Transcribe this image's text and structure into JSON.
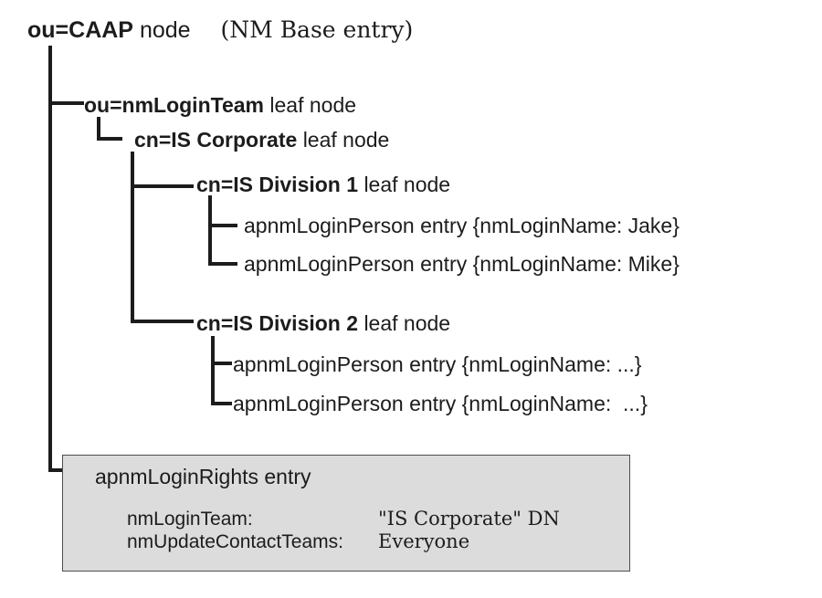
{
  "diagram": {
    "root": {
      "name": "ou=CAAP",
      "type_label": "node",
      "annotation": "(NM Base entry)"
    },
    "nodes": {
      "nmLoginTeam": {
        "name": "ou=nmLoginTeam",
        "type_label": "leaf node"
      },
      "isCorporate": {
        "name": "cn=IS Corporate",
        "type_label": "leaf node"
      },
      "isDivision1": {
        "name": "cn=IS Division 1",
        "type_label": "leaf node"
      },
      "isDivision2": {
        "name": "cn=IS Division 2",
        "type_label": "leaf node"
      }
    },
    "persons": {
      "jake": "apnmLoginPerson entry {nmLoginName: Jake}",
      "mike": "apnmLoginPerson entry {nmLoginName: Mike}",
      "other1": "apnmLoginPerson entry {nmLoginName: ...}",
      "other2": "apnmLoginPerson entry {nmLoginName:  ...}"
    },
    "rights_box": {
      "title": "apnmLoginRights entry",
      "attributes": [
        {
          "name": "nmLoginTeam:",
          "value": "\"IS Corporate\" DN"
        },
        {
          "name": "nmUpdateContactTeams:",
          "value": "Everyone"
        }
      ]
    },
    "colors": {
      "line": "#1c1c1c",
      "text": "#1c1c1c",
      "box_fill": "#dcdcdc",
      "box_border": "#4d4d4d"
    }
  }
}
